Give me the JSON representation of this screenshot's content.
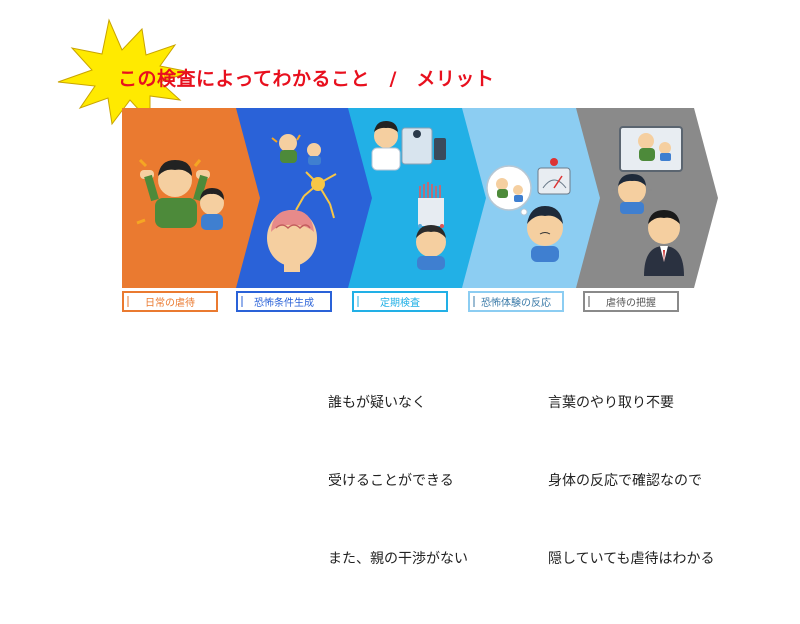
{
  "title": "この検査によってわかること　/　メリット",
  "colors": {
    "title": "#e8101e",
    "burst": "#ffea00",
    "steps": [
      "#ea7a30",
      "#2a62d8",
      "#22b0e6",
      "#8ccdf2",
      "#8a8a8a"
    ]
  },
  "steps": [
    {
      "label": "日常の虐待",
      "icon": "parent-child-abuse-illustration"
    },
    {
      "label": "恐怖条件生成",
      "icon": "brain-neuron-illustration"
    },
    {
      "label": "定期検査",
      "icon": "doctor-eeg-scan-illustration"
    },
    {
      "label": "恐怖体験の反応",
      "icon": "fear-reaction-illustration"
    },
    {
      "label": "虐待の把握",
      "icon": "monitor-teacher-illustration"
    }
  ],
  "notes_left": [
    "誰もが疑いなく",
    "受けることができる",
    "また、親の干渉がない"
  ],
  "notes_right": [
    "言葉のやり取り不要",
    "身体の反応で確認なので",
    "隠していても虐待はわかる"
  ]
}
